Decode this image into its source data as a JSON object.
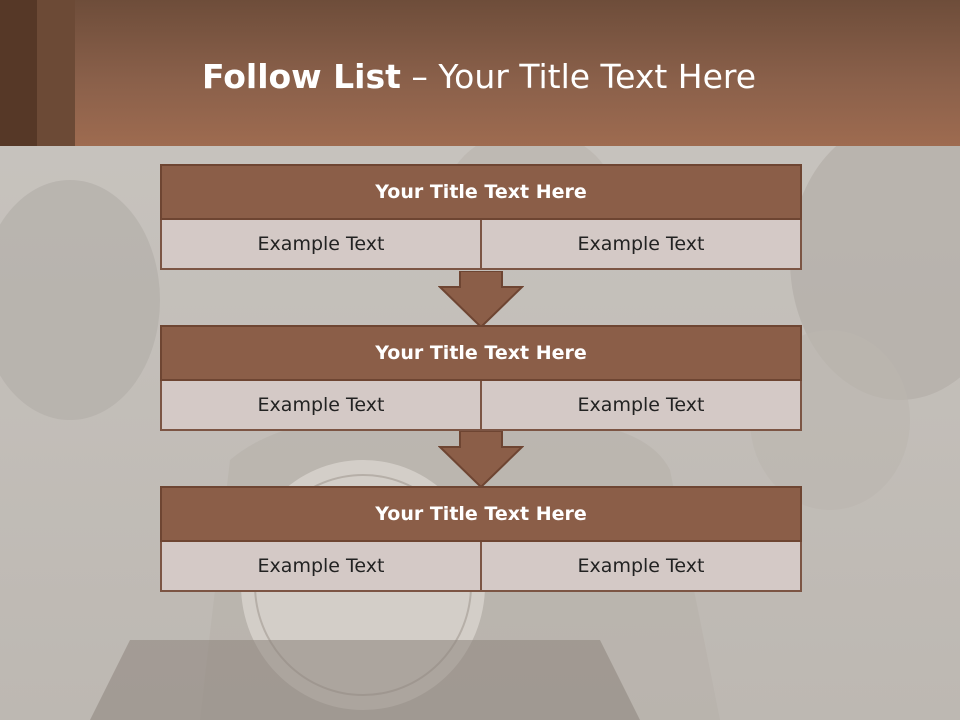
{
  "slide": {
    "title_bold": "Follow List",
    "title_rest": "– Your Title Text Here"
  },
  "steps": [
    {
      "title": "Your Title Text Here",
      "left": "Example Text",
      "right": "Example Text"
    },
    {
      "title": "Your Title Text Here",
      "left": "Example Text",
      "right": "Example Text"
    },
    {
      "title": "Your Title Text Here",
      "left": "Example Text",
      "right": "Example Text"
    }
  ],
  "colors": {
    "header": "#8a604a",
    "block_title": "#8b5e48",
    "block_cell": "#d4c9c6",
    "arrow": "#8b5e48"
  }
}
